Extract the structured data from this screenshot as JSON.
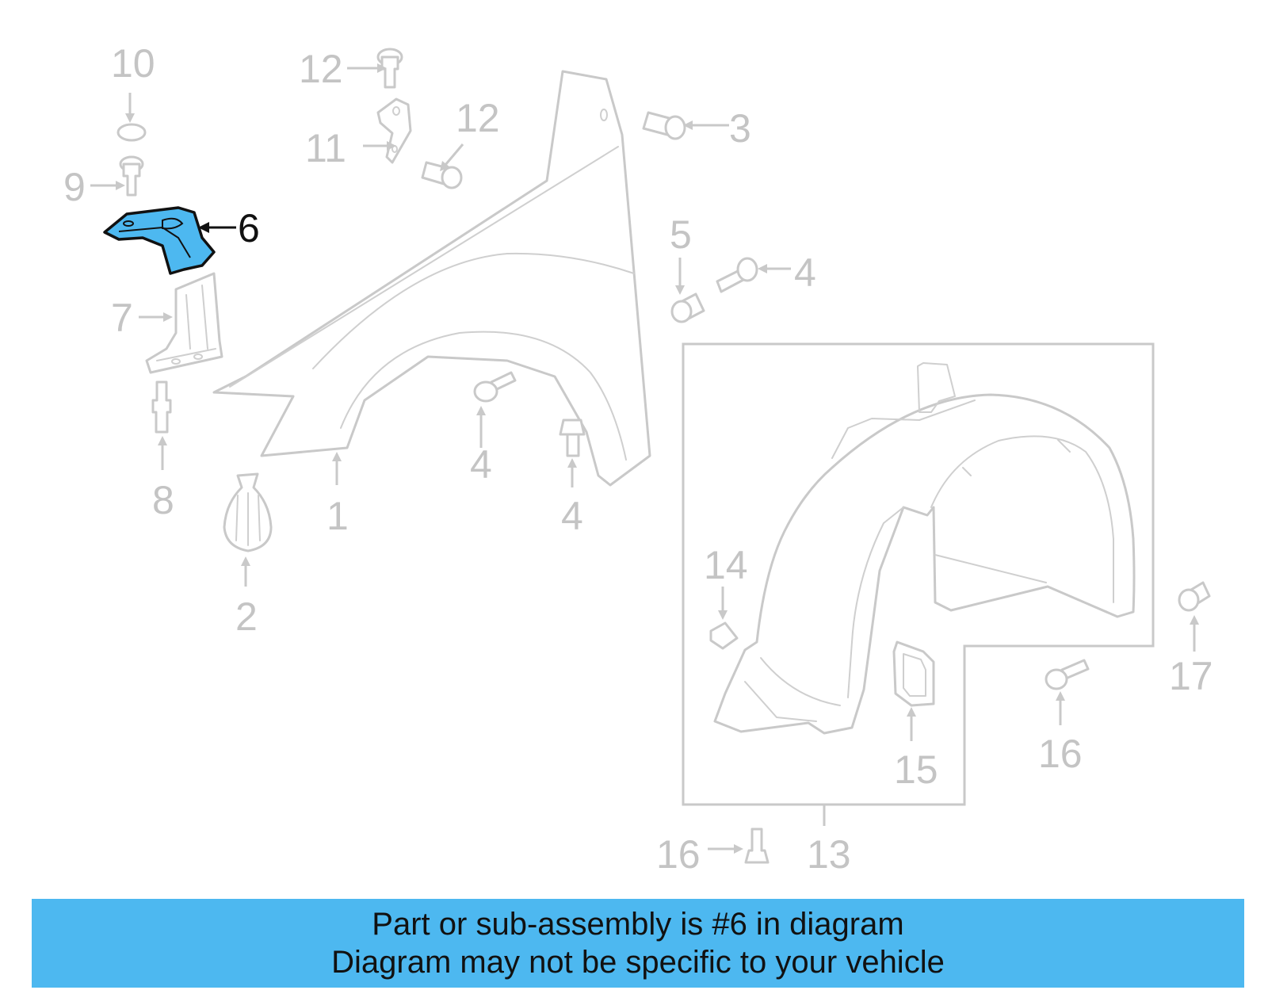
{
  "diagram": {
    "callouts": {
      "c1": "1",
      "c2": "2",
      "c3": "3",
      "c4a": "4",
      "c4b": "4",
      "c4c": "4",
      "c5": "5",
      "c6": "6",
      "c7": "7",
      "c8": "8",
      "c9": "9",
      "c10": "10",
      "c11": "11",
      "c12a": "12",
      "c12b": "12",
      "c13": "13",
      "c14": "14",
      "c15": "15",
      "c16a": "16",
      "c16b": "16",
      "c17": "17"
    },
    "highlighted_part": "6",
    "colors": {
      "highlight": "#4db8f0",
      "line": "#c9c9c9",
      "callout_text": "#c4c4c4",
      "highlight_outline": "#111111"
    }
  },
  "banner": {
    "line1": "Part or sub-assembly is #6 in diagram",
    "line2": "Diagram may not be specific to your vehicle"
  }
}
